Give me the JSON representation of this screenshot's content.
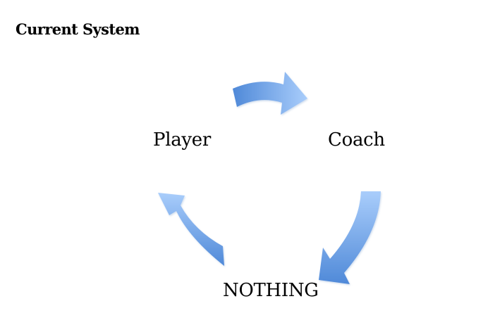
{
  "title": "Current System",
  "nodes": {
    "player": "Player",
    "coach": "Coach",
    "nothing": "NOTHING"
  },
  "colors": {
    "arrow_light": "#a9cdfb",
    "arrow_dark": "#4f89d8",
    "text": "#000000",
    "background": "#ffffff"
  }
}
